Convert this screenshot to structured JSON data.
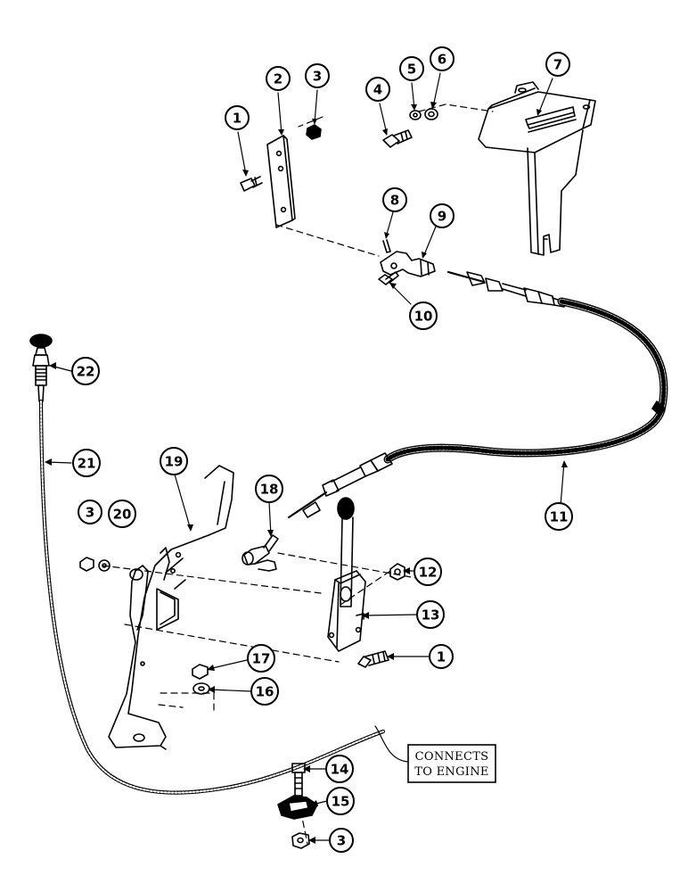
{
  "callouts": [
    {
      "id": "c1a",
      "label": "1"
    },
    {
      "id": "c2",
      "label": "2"
    },
    {
      "id": "c3a",
      "label": "3"
    },
    {
      "id": "c4",
      "label": "4"
    },
    {
      "id": "c5",
      "label": "5"
    },
    {
      "id": "c6",
      "label": "6"
    },
    {
      "id": "c7",
      "label": "7"
    },
    {
      "id": "c8",
      "label": "8"
    },
    {
      "id": "c9",
      "label": "9"
    },
    {
      "id": "c10",
      "label": "10"
    },
    {
      "id": "c22",
      "label": "22"
    },
    {
      "id": "c21",
      "label": "21"
    },
    {
      "id": "c11",
      "label": "11"
    },
    {
      "id": "c19",
      "label": "19"
    },
    {
      "id": "c18",
      "label": "18"
    },
    {
      "id": "c3b",
      "label": "3"
    },
    {
      "id": "c20",
      "label": "20"
    },
    {
      "id": "c12",
      "label": "12"
    },
    {
      "id": "c13",
      "label": "13"
    },
    {
      "id": "c1b",
      "label": "1"
    },
    {
      "id": "c17",
      "label": "17"
    },
    {
      "id": "c16",
      "label": "16"
    },
    {
      "id": "c14",
      "label": "14"
    },
    {
      "id": "c15",
      "label": "15"
    },
    {
      "id": "c3c",
      "label": "3"
    }
  ],
  "note": {
    "line1": "CONNECTS",
    "line2": "TO ENGINE"
  },
  "colors": {
    "ink": "#000000",
    "paper": "#ffffff"
  }
}
